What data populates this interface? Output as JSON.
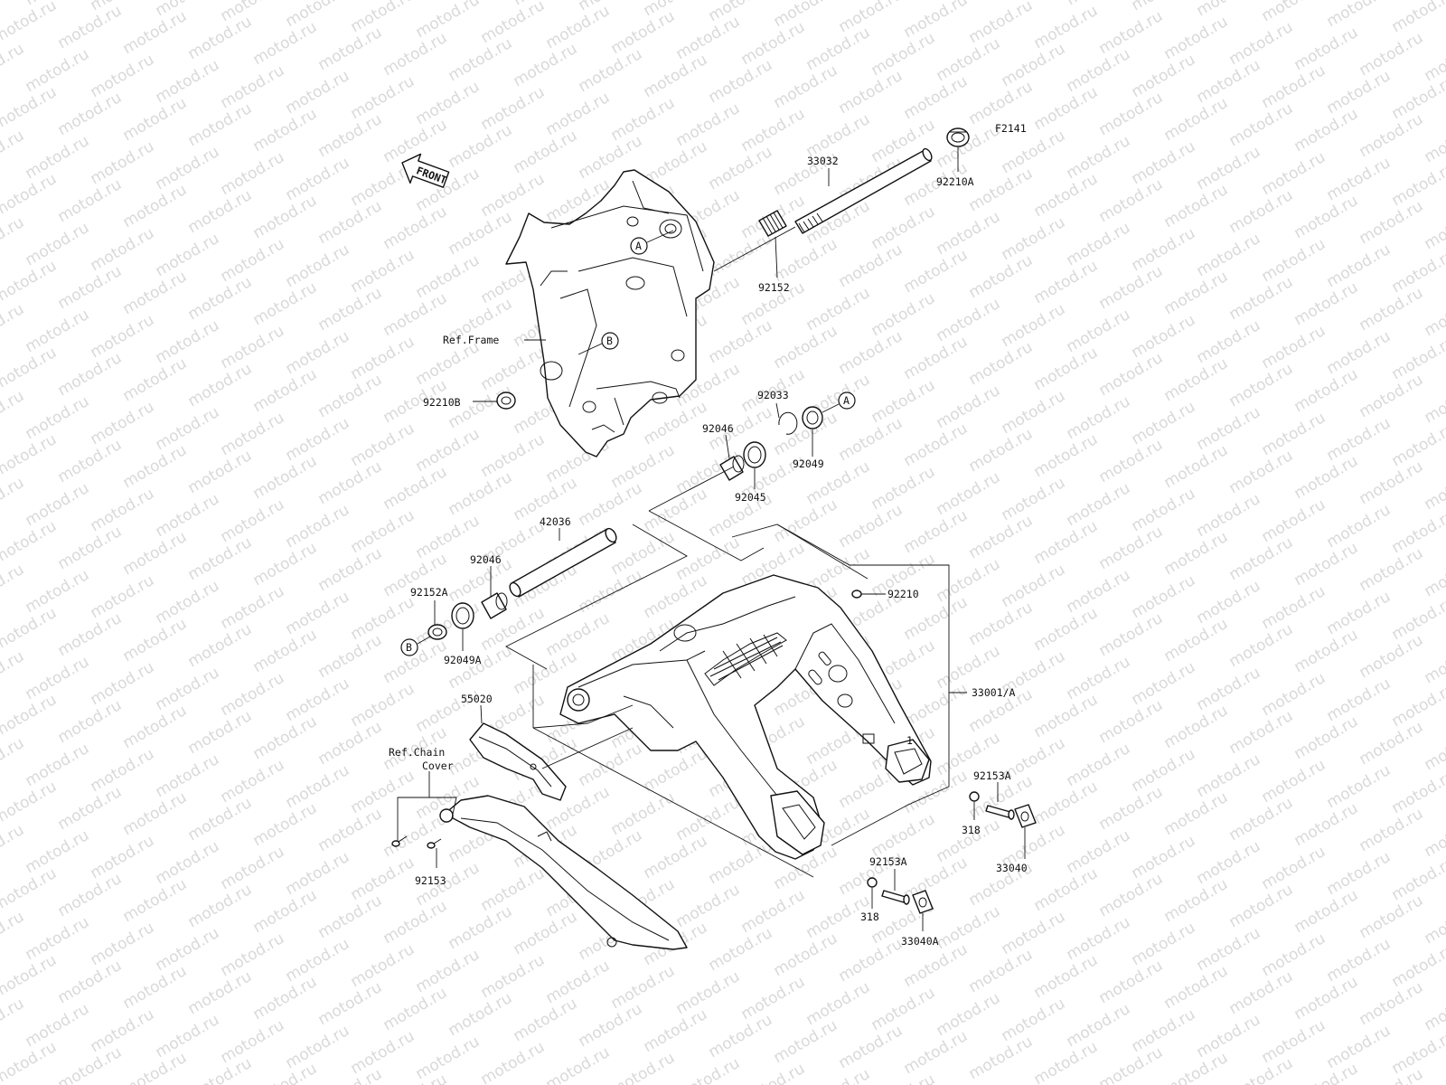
{
  "watermark": "motod.ru",
  "figure_code": "F2141",
  "front_arrow": "FRONT",
  "callouts": {
    "p33032": "33032",
    "p92210A": "92210A",
    "p92152": "92152",
    "refFrame": "Ref.Frame",
    "p92210B": "92210B",
    "p92033": "92033",
    "p92046a": "92046",
    "p92049": "92049",
    "p92045": "92045",
    "p42036": "42036",
    "p92046b": "92046",
    "p92152A": "92152A",
    "p92049A": "92049A",
    "p92210": "92210",
    "p33001A": "33001/A",
    "p55020": "55020",
    "refChain1": "Ref.Chain",
    "refChain2": "Cover",
    "p92153A_a": "92153A",
    "p318a": "318",
    "p33040": "33040",
    "p92153": "92153",
    "p92153A_b": "92153A",
    "p318b": "318",
    "p33040A": "33040A"
  },
  "ref_marks": {
    "a": "A",
    "b": "B"
  },
  "swingarm_mark": "1"
}
